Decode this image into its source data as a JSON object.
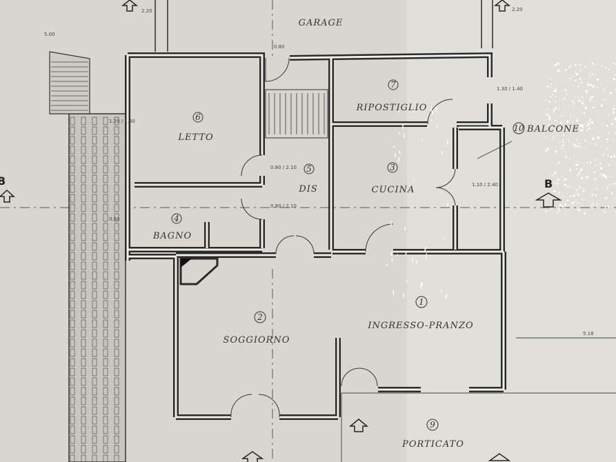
{
  "rooms": {
    "garage": {
      "label": "GARAGE"
    },
    "letto": {
      "num": "6",
      "label": "LETTO"
    },
    "ripostiglio": {
      "num": "7",
      "label": "RIPOSTIGLIO"
    },
    "balcone": {
      "num": "10",
      "label": "BALCONE"
    },
    "dis": {
      "num": "5",
      "label": "DIS"
    },
    "cucina": {
      "num": "3",
      "label": "CUCINA"
    },
    "bagno": {
      "num": "4",
      "label": "BAGNO"
    },
    "soggiorno": {
      "num": "2",
      "label": "SOGGIORNO"
    },
    "ingresso": {
      "num": "1",
      "label": "INGRESSO-PRANZO"
    },
    "porticato": {
      "num": "9",
      "label": "PORTICATO"
    }
  },
  "section_markers": {
    "left": "B",
    "right": "B"
  },
  "dimensions": {
    "top_left": "2.20",
    "top_right": "2.20",
    "stair_width": "5.00",
    "ripostiglio_h": "1.30 / 1.40",
    "stair_left": "1.20 / 1.40",
    "bagno_left": "0.80",
    "door_letto": "0.80 / 2.10",
    "door_bagno": "0.80 / 2.10",
    "door_garage": "0.80",
    "balcone_door": "1.10 / 2.40",
    "right_dim": "5.18"
  },
  "colors": {
    "background": "#d9d6d0",
    "wall": "#2a2a2a",
    "wall_fill": "#f1efea"
  }
}
